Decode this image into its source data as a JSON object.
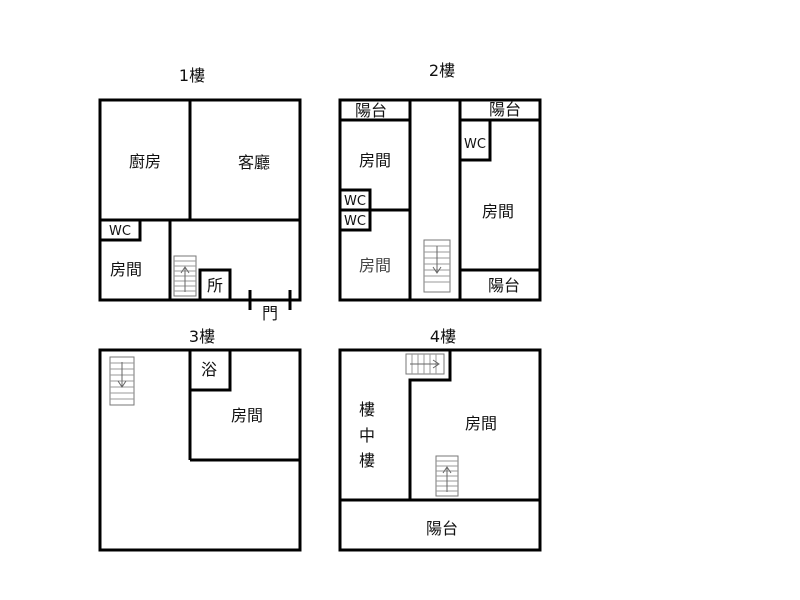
{
  "floors": {
    "f1": {
      "title": "1樓",
      "kitchen": "廚房",
      "living": "客廳",
      "wc": "WC",
      "room": "房間",
      "toilet": "所",
      "door": "門"
    },
    "f2": {
      "title": "2樓",
      "balcony_a": "陽台",
      "balcony_b": "陽台",
      "balcony_c": "陽台",
      "room_a": "房間",
      "room_b": "房間",
      "room_c": "房間",
      "wc_a": "WC",
      "wc_b": "WC",
      "wc_c": "WC"
    },
    "f3": {
      "title": "3樓",
      "bath": "浴",
      "room": "房間"
    },
    "f4": {
      "title": "4樓",
      "mezz_1": "樓",
      "mezz_2": "中",
      "mezz_3": "樓",
      "room": "房間",
      "balcony": "陽台"
    }
  }
}
